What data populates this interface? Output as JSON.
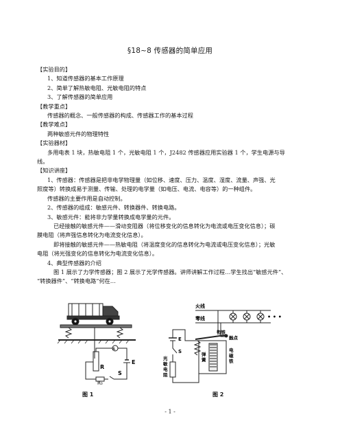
{
  "title": "§18~8 传感器的简单应用",
  "sections": {
    "goal_head": "【实验目的】",
    "goal_items": [
      "1、知道传感器的基本工作原理",
      "2、简单了解热敏电阻、光敏电阻的特点",
      "3、了解传感器的简单应用"
    ],
    "key_head": "【教学重点】",
    "key_text": "传感器的概念、一般传感器的构成、传感器工作的基本过程",
    "diff_head": "【教学难点】",
    "diff_text": "两种敏感元件的物理特性",
    "equip_head": "【实验器材】",
    "equip_l1": "多用电表 1 块，热敏电阻 1 个，光敏电阻 1 个，J2482 传感器应用实验器 1 个，学生电源与导",
    "equip_l2": "线。",
    "know_head": "【知识讲座】",
    "k1_l1": "1、传感器：传感器是把非电学物理量（如位移、速度、压力、温度、湿度、流量、声强、光",
    "k1_l2": "照度等）转换成易于测量、传输、处理的电学量（如电压、电流、电容等）的一种组件。",
    "k1_l3": "传感器的主要作用是自动控制。",
    "k2": "2、传感器的组成：敏感元件、转换器件、转换电路。",
    "k3": "3、敏感元件：能将非力学量转换成电学量的元件。",
    "k3a_l1": "已经接触的敏感元件——滑动变阻器（将位移变化的信息转化为电流或电压变化信息）；碳",
    "k3a_l2": "膜电阻（将声强信息转化为电流变化信息）。",
    "k3b_l1": "即将接触的敏感元件——热敏电阻（将温度变化的信息转化为电流或电压变化信息）；光敏",
    "k3b_l2": "电阻（将光强变化的信息转化为电流变化信息）。",
    "k4": "4、典型传感器的介绍",
    "k4_l1": "图 1 展示了力学传感器；图 2 展示了光学传感器。讲师讲解工作过程…学生找出“敏感元件”、",
    "k4_l2": "“转换器件”、“转换电路”何在…"
  },
  "fig1": {
    "label": "图 1",
    "r": "R",
    "r0": "R₀",
    "e": "E",
    "s": "S",
    "meter": "A"
  },
  "fig2": {
    "label": "图 2",
    "live": "火线",
    "neutral": "零线",
    "armature": "衔铁",
    "contact": "触点",
    "e": "E",
    "s": "S",
    "photo": [
      "光",
      "敏",
      "电",
      "阻"
    ],
    "spring": [
      "弹",
      "簧"
    ],
    "magnet": [
      "电",
      "磁",
      "铁"
    ],
    "dots": "• • •"
  },
  "page_number": "- 1 -"
}
